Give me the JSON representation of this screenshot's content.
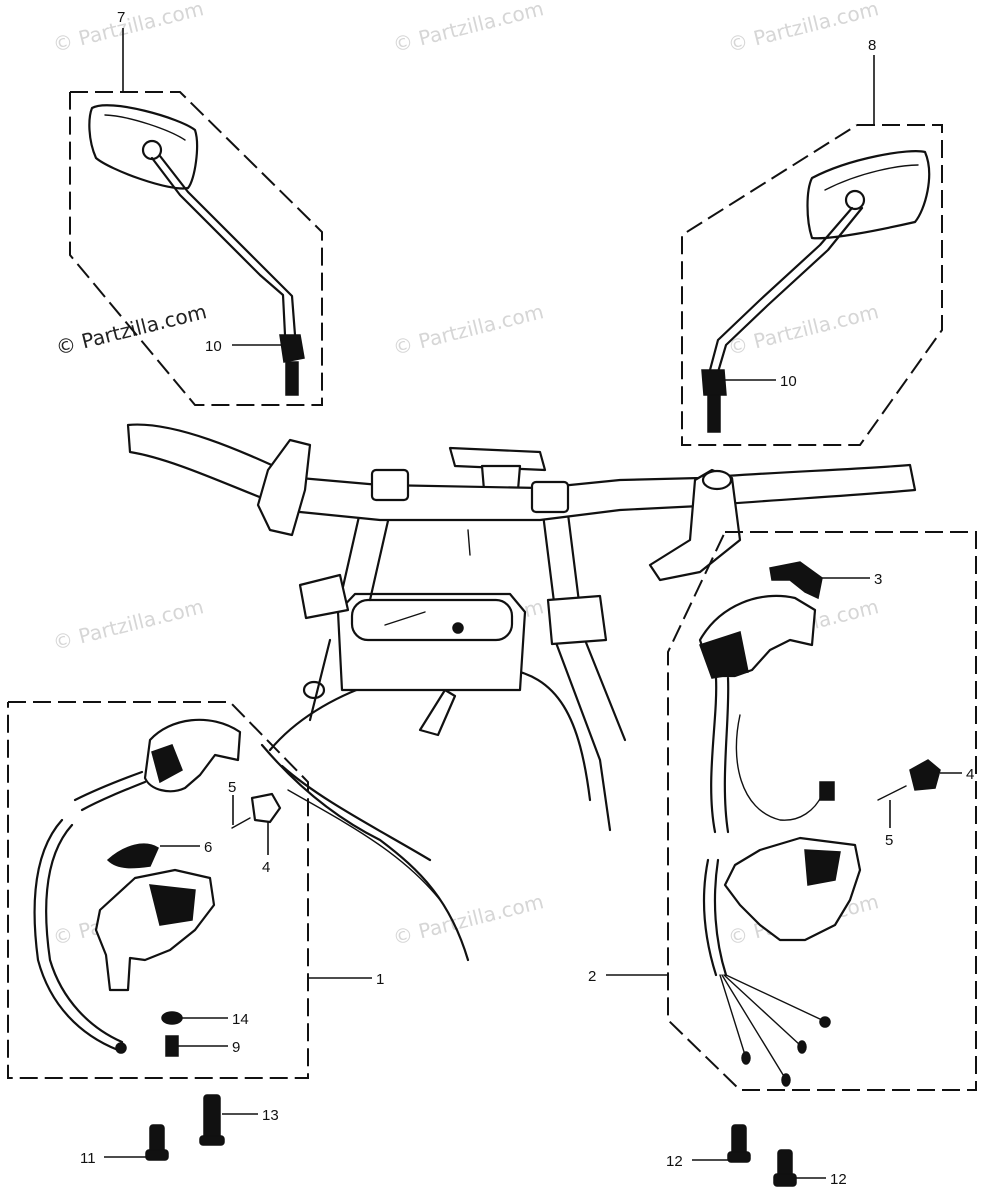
{
  "watermarks": {
    "top_left": "© Partzilla.com",
    "top_center": "© Partzilla.com",
    "top_right": "© Partzilla.com",
    "upper_left_dark": "© Partzilla.com",
    "upper_center": "© Partzilla.com",
    "upper_right": "© Partzilla.com",
    "mid_left": "© Partzilla.com",
    "mid_center": "© Partzilla.com",
    "mid_right": "© Partzilla.com",
    "low_left": "© Partzilla.com",
    "low_center": "© Partzilla.com",
    "low_right": "© Partzilla.com"
  },
  "callouts": {
    "mirror_left": "7",
    "mirror_right": "8",
    "mirror_left_nut": "10",
    "mirror_right_nut": "10",
    "switch_left": "1",
    "switch_right": "2",
    "clip_right": "3",
    "knob_left": "4",
    "spring_left": "5",
    "pad_left": "6",
    "knob_right": "4",
    "spring_right": "5",
    "washer": "14",
    "screw_9": "9",
    "screw_13": "13",
    "screw_11": "11",
    "screw_12a": "12",
    "screw_12b": "12"
  },
  "colors": {
    "ink": "#111111",
    "watermark": "#d6d6d6",
    "background": "#ffffff"
  }
}
